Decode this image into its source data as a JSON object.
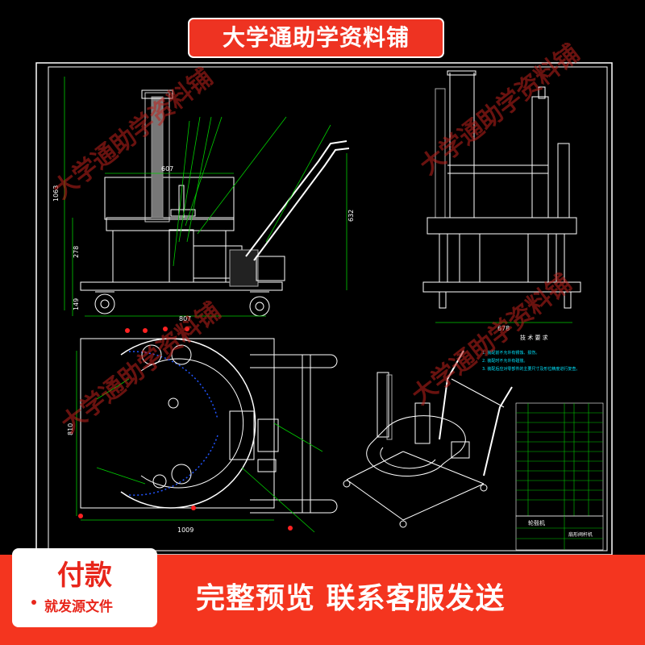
{
  "banner": {
    "title": "大学通助学资料铺"
  },
  "watermark": {
    "text": "大学通助学资料铺"
  },
  "drawing": {
    "dims": {
      "width_front": "607",
      "total_height": "1063",
      "height_low": "278",
      "height_wheel": "149",
      "handle_height": "632",
      "base_width": "807",
      "side_width": "678",
      "plan_height": "810",
      "plan_width": "1009"
    },
    "tech_title": "技 术 要 求",
    "tech_items": [
      "1. 装配前不允许有锈蚀、损伤。",
      "2. 装配时不允许有碰撞。",
      "3. 装配后应对零部件的主要尺寸及形位精度进行复查。"
    ],
    "title_block": {
      "name": "轮毂机",
      "drawing_no": "扇形阀杆机"
    },
    "colors": {
      "frame": "#ffffff",
      "part": "#ffffff",
      "dim": "#00cc00",
      "leader": "#00cc00",
      "hatch": "#2255ff",
      "red": "#ff2222",
      "cyan": "#00e5ff",
      "yellow": "#ffee00"
    }
  },
  "footer": {
    "pay_title": "付款",
    "pay_sub": "就发源文件",
    "cta": "完整预览  联系客服发送"
  }
}
